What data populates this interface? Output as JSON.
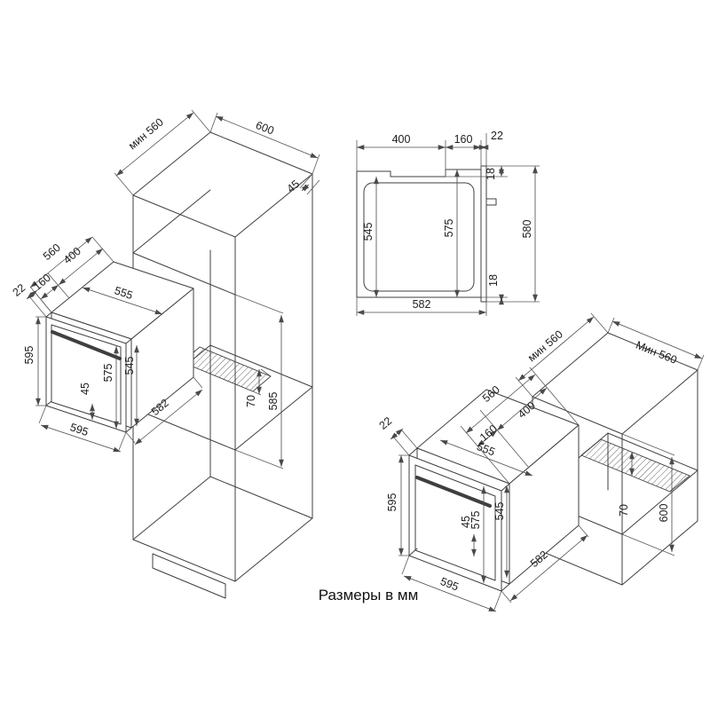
{
  "caption": "Размеры в мм",
  "colors": {
    "line": "#3f3f3f",
    "background": "#ffffff"
  },
  "d1": {
    "niche_depth_min": "мин 560",
    "cabinet_width": "600",
    "top_rear_gap": "45",
    "body_depth": "560",
    "depth_rear": "400",
    "depth_front": "160",
    "door_proud": "22",
    "body_width": "555",
    "door_height": "595",
    "front_frame_height": "575",
    "body_height": "545",
    "bottom_gap": "45",
    "door_width": "595",
    "overall_depth": "582",
    "vent_depth": "70",
    "niche_height": "585"
  },
  "d2": {
    "depth_rear": "400",
    "depth_front": "160",
    "door_proud": "22",
    "flange_top": "18",
    "body_height": "545",
    "front_frame_height": "575",
    "overall_height": "580",
    "flange_bottom": "18",
    "overall_depth": "582"
  },
  "d3": {
    "body_depth": "560",
    "depth_rear": "400",
    "depth_front": "160",
    "door_proud": "22",
    "body_width": "555",
    "door_height": "595",
    "front_frame_height": "575",
    "body_height": "545",
    "bottom_gap": "45",
    "door_width": "595",
    "overall_depth": "582",
    "vent_depth": "70",
    "niche_height": "600",
    "niche_depth_min": "мин 560",
    "niche_depth_min_back": "Мин 560"
  }
}
